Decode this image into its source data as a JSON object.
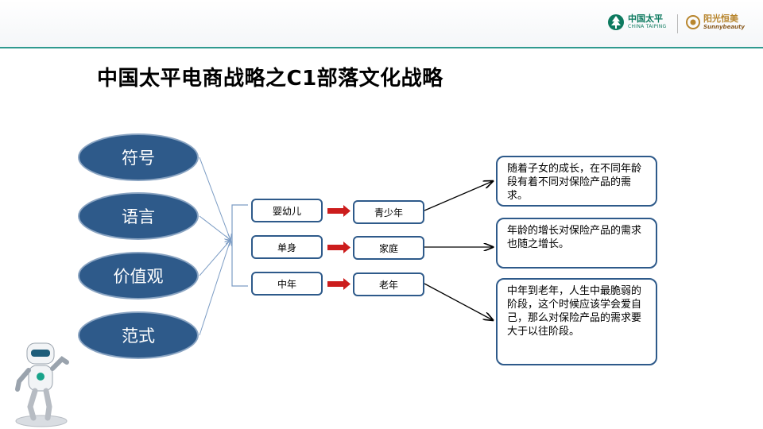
{
  "header": {
    "logo_primary": {
      "name": "中国太平",
      "subtitle": "CHINA TAIPING"
    },
    "logo_secondary": {
      "name": "阳光恒美",
      "subtitle": "Sunnybeauty"
    }
  },
  "title": "中国太平电商战略之C1部落文化战略",
  "pillars": [
    "符号",
    "语言",
    "价值观",
    "范式"
  ],
  "stages": [
    {
      "from": "婴幼儿",
      "to": "青少年"
    },
    {
      "from": "单身",
      "to": "家庭"
    },
    {
      "from": "中年",
      "to": "老年"
    }
  ],
  "notes": [
    "随着子女的成长，在不同年龄段有着不同对保险产品的需求。",
    "年龄的增长对保险产品的需求也随之增长。",
    "中年到老年，人生中最脆弱的阶段，这个时候应该学会爱自己，那么对保险产品的需求要大于以往阶段。"
  ],
  "colors": {
    "oval": "#2e5a8a",
    "accent_line": "#2f9a8f",
    "arrow_red": "#cc1d1d",
    "connector": "#7c9cc4"
  }
}
